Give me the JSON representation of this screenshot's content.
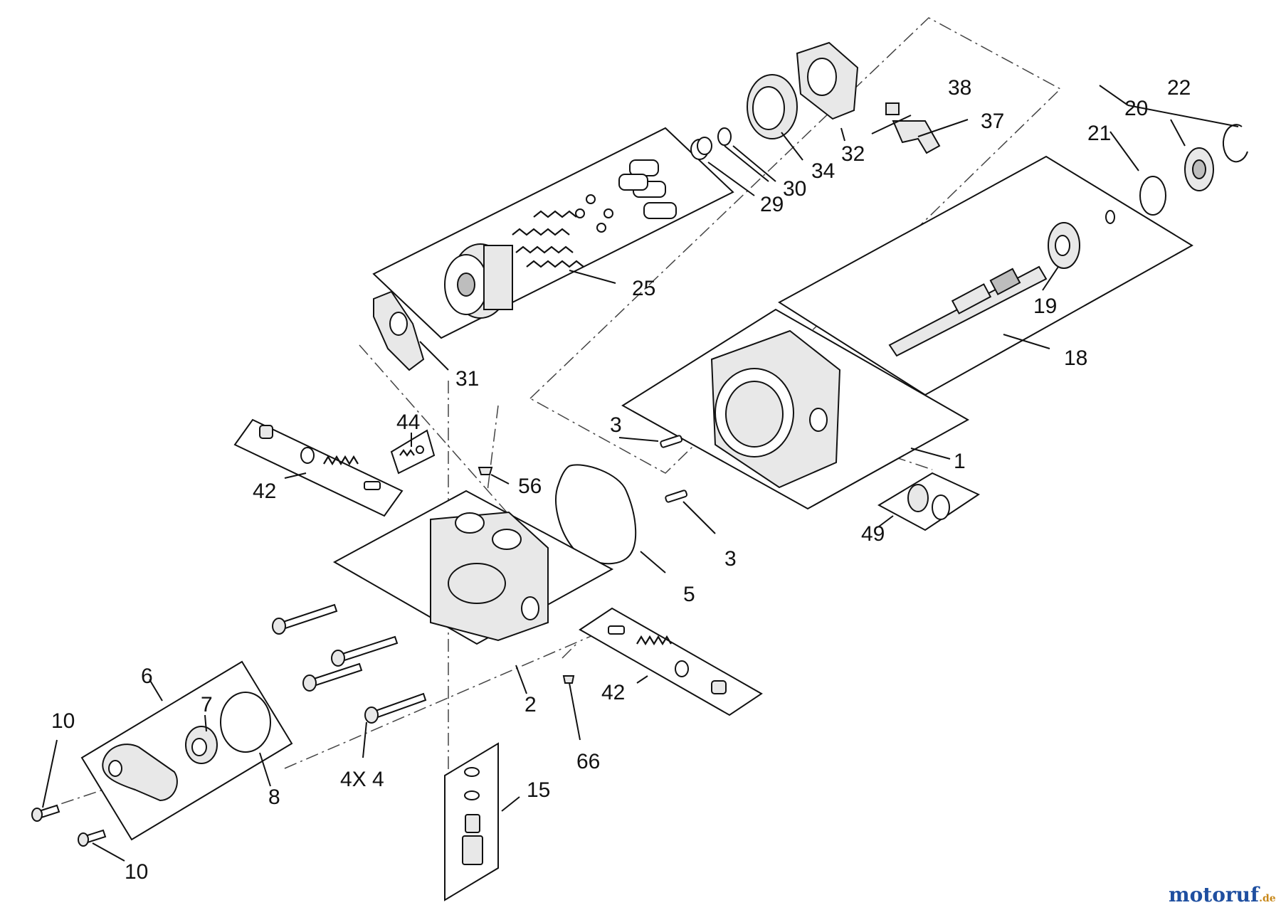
{
  "callouts": {
    "c1": "1",
    "c2": "2",
    "c3a": "3",
    "c3b": "3",
    "c4x4": "4X 4",
    "c5": "5",
    "c6": "6",
    "c7": "7",
    "c8": "8",
    "c10a": "10",
    "c10b": "10",
    "c15": "15",
    "c18": "18",
    "c19": "19",
    "c20": "20",
    "c21": "21",
    "c22": "22",
    "c25": "25",
    "c29": "29",
    "c30": "30",
    "c31": "31",
    "c32": "32",
    "c34": "34",
    "c37": "37",
    "c38": "38",
    "c42a": "42",
    "c42b": "42",
    "c44": "44",
    "c49": "49",
    "c56": "56",
    "c66": "66"
  },
  "watermark": {
    "part1": "motoruf",
    "part2": ".de",
    "color1": "#1f4fa0",
    "color2": "#c8881a"
  },
  "colors": {
    "line": "#111111",
    "background": "#ffffff"
  }
}
